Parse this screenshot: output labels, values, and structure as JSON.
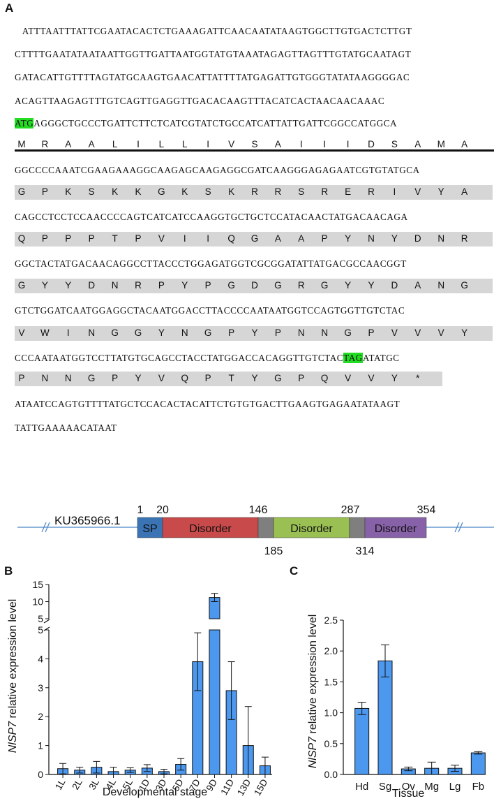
{
  "panels": {
    "a": "A",
    "b": "B",
    "c": "C"
  },
  "sequence": {
    "lines": [
      {
        "pre": "",
        "hl": "",
        "post": "   ATTTAATTTATTCGAATACACTCTGAAAGATTCAACAATATAAGTGGCTTGTGACTCTTGT"
      },
      {
        "pre": "CTTTTGAATATAATAATTGGTTGATTAATGGTATGTAAATAGAGTTAGTTTGTATGCAATAGT",
        "hl": "",
        "post": ""
      },
      {
        "pre": "GATACATTGTTTTAGTATGCAAGTGAACATTATTTTATGAGATTGTGGGTATATAAGGGGAC",
        "hl": "",
        "post": ""
      },
      {
        "pre": "ACAGTTAAGAGTTTGTCAGTTGAGGTTGACACAAGTTTACATCACTAACAACAAAC",
        "hl": "",
        "post": ""
      },
      {
        "pre": "",
        "hl": "ATG",
        "post": "AGGGCTGCCCTGATTCTTCTCATCGTATCTGCCATCATTATTGATTCGGCCATGGCA"
      },
      {
        "pre": "GGCCCCAAATCGAAGAAAGGCAAGAGCAAGAGGCGATCAAGGGAGAGAATCGTGTATGCA",
        "hl": "",
        "post": ""
      },
      {
        "pre": "CAGCCTCCTCCAACCCCAGTCATCATCCAAGGTGCTGCTCCATACAACTATGACAACAGA",
        "hl": "",
        "post": ""
      },
      {
        "pre": "GGCTACTATGACAACAGGCCTTACCCTGGAGATGGTCGCGGATATTATGACGCCAACGGT",
        "hl": "",
        "post": ""
      },
      {
        "pre": "GTCTGGATCAATGGAGGCTACAATGGACCTTACCCCAATAATGGTCCAGTGGTTGTCTAC",
        "hl": "",
        "post": ""
      },
      {
        "pre": "CCCAATAATGGTCCTTATGTGCAGCCTACCTATGGACCACAGGTTGTCTAC",
        "hl": "TAG",
        "post": "ATATGC"
      },
      {
        "pre": "ATAATCCAGTGTTTTATGCTCCACACTACATTCTGTGTGACTTGAAGTGAGAATATAAGT",
        "hl": "",
        "post": ""
      },
      {
        "pre": "TATTGAAAAACATAAT",
        "hl": "",
        "post": ""
      }
    ],
    "aa_rows": [
      [
        "M",
        "R",
        "A",
        "A",
        "L",
        "I",
        "L",
        "L",
        "I",
        "V",
        "S",
        "A",
        "I",
        "I",
        "I",
        "D",
        "S",
        "A",
        "M",
        "A"
      ],
      [
        "G",
        "P",
        "K",
        "S",
        "K",
        "K",
        "G",
        "K",
        "S",
        "K",
        "R",
        "R",
        "S",
        "R",
        "E",
        "R",
        "I",
        "V",
        "Y",
        "A"
      ],
      [
        "Q",
        "P",
        "P",
        "P",
        "T",
        "P",
        "V",
        "I",
        "I",
        "Q",
        "G",
        "A",
        "A",
        "P",
        "Y",
        "N",
        "Y",
        "D",
        "N",
        "R"
      ],
      [
        "G",
        "Y",
        "Y",
        "D",
        "N",
        "R",
        "P",
        "Y",
        "P",
        "G",
        "D",
        "G",
        "R",
        "G",
        "Y",
        "Y",
        "D",
        "A",
        "N",
        "G"
      ],
      [
        "V",
        "W",
        "I",
        "N",
        "G",
        "G",
        "Y",
        "N",
        "G",
        "P",
        "Y",
        "P",
        "N",
        "N",
        "G",
        "P",
        "V",
        "V",
        "V",
        "Y"
      ],
      [
        "P",
        "N",
        "N",
        "G",
        "P",
        "Y",
        "V",
        "Q",
        "P",
        "T",
        "Y",
        "G",
        "P",
        "Q",
        "V",
        "V",
        "Y",
        "*"
      ]
    ]
  },
  "domain_map": {
    "accession": "KU365966.1",
    "top_numbers": [
      "1",
      "20",
      "146",
      "287",
      "354"
    ],
    "bottom_numbers": [
      "185",
      "314"
    ],
    "segments": [
      {
        "label": "SP",
        "color": "#3a74b4"
      },
      {
        "label": "Disorder",
        "color": "#c84a4a"
      },
      {
        "label": "",
        "color": "#7f7f7f"
      },
      {
        "label": "Disorder",
        "color": "#9ac054"
      },
      {
        "label": "",
        "color": "#7f7f7f"
      },
      {
        "label": "Disorder",
        "color": "#8862a8"
      }
    ],
    "line_color": "#4a86c8"
  },
  "chart_data": [
    {
      "type": "bar",
      "title": "",
      "ylabel_italic": "NlSP7",
      "ylabel_rest": " relative expression level",
      "xlabel": "Developmental stage",
      "categories": [
        "1L",
        "2L",
        "3L",
        "4L",
        "5L",
        "1D",
        "3D",
        "5D",
        "7D",
        "9D",
        "11D",
        "13D",
        "15D"
      ],
      "values": [
        0.2,
        0.15,
        0.25,
        0.1,
        0.15,
        0.22,
        0.1,
        0.35,
        3.9,
        11.2,
        2.9,
        1.0,
        0.3
      ],
      "errors": [
        0.18,
        0.1,
        0.2,
        0.15,
        0.08,
        0.12,
        0.08,
        0.2,
        1.0,
        1.2,
        1.0,
        1.35,
        0.3
      ],
      "axis_break": {
        "lower": [
          0,
          5
        ],
        "upper": [
          5,
          15
        ]
      },
      "lower_ticks": [
        "0",
        "1",
        "2",
        "3",
        "4",
        "5"
      ],
      "upper_ticks": [
        "5",
        "10",
        "15"
      ],
      "bar_color": "#4c98ee"
    },
    {
      "type": "bar",
      "title": "",
      "ylabel_italic": "NlSP7",
      "ylabel_rest": " relative expression level",
      "xlabel": "Tissue",
      "categories": [
        "Hd",
        "Sg",
        "Ov",
        "Mg",
        "Lg",
        "Fb"
      ],
      "values": [
        1.07,
        1.84,
        0.09,
        0.1,
        0.1,
        0.35
      ],
      "errors": [
        0.1,
        0.26,
        0.03,
        0.1,
        0.05,
        0.02
      ],
      "ylim": [
        0,
        2.5
      ],
      "ticks": [
        "0.0",
        "0.5",
        "1.0",
        "1.5",
        "2.0",
        "2.5"
      ],
      "bar_color": "#4c98ee"
    }
  ]
}
